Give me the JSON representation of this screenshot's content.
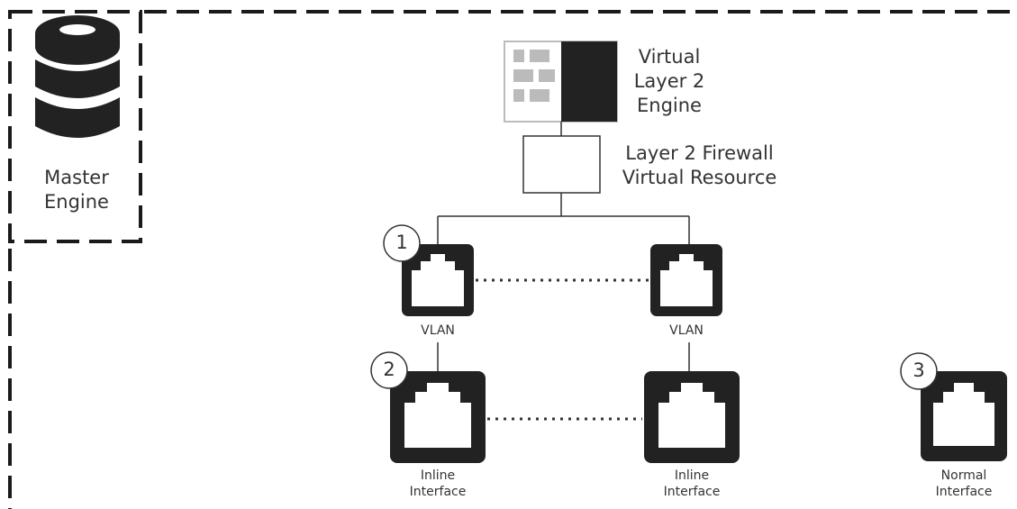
{
  "master_engine": {
    "label_line1": "Master",
    "label_line2": "Engine",
    "icon": "database-icon"
  },
  "virtual_engine": {
    "label_line1": "Virtual",
    "label_line2": "Layer 2",
    "label_line3": "Engine",
    "icon": "firewall-icon"
  },
  "virtual_resource": {
    "label_line1": "Layer 2 Firewall",
    "label_line2": "Virtual Resource"
  },
  "callouts": [
    "1",
    "2",
    "3"
  ],
  "vlan_left": {
    "label": "VLAN"
  },
  "vlan_right": {
    "label": "VLAN"
  },
  "inline_left": {
    "label_line1": "Inline",
    "label_line2": "Interface"
  },
  "inline_right": {
    "label_line1": "Inline",
    "label_line2": "Interface"
  },
  "normal_interface": {
    "label_line1": "Normal",
    "label_line2": "Interface"
  },
  "colors": {
    "icon_dark": "#222222",
    "line": "#333333",
    "brick": "#bbbbbb",
    "border_dash": "#1a1a1a"
  }
}
